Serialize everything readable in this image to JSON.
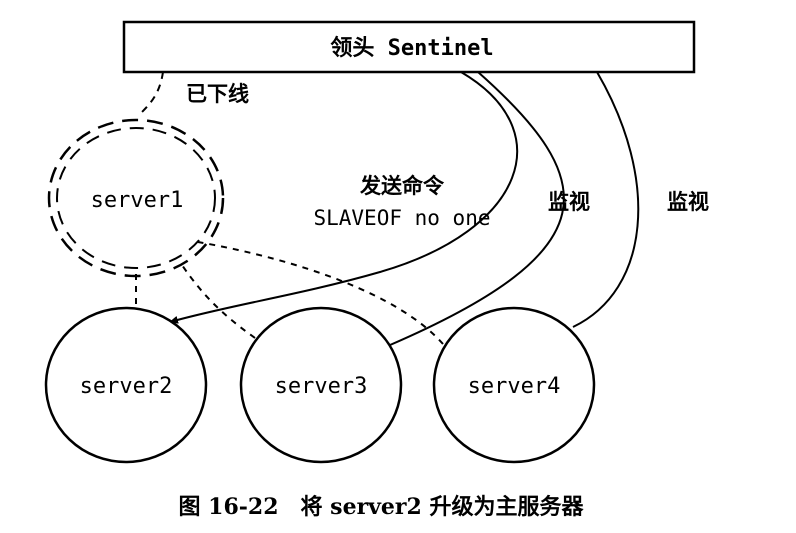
{
  "sentinel": {
    "label": "领头 Sentinel"
  },
  "status": {
    "offline": "已下线"
  },
  "command": {
    "line1": "发送命令",
    "line2": "SLAVEOF no one"
  },
  "monitor": {
    "label_a": "监视",
    "label_b": "监视"
  },
  "servers": {
    "server1": "server1",
    "server2": "server2",
    "server3": "server3",
    "server4": "server4"
  },
  "caption": "图 16-22　将 server2 升级为主服务器",
  "colors": {
    "stroke": "#000000",
    "background": "#ffffff"
  }
}
